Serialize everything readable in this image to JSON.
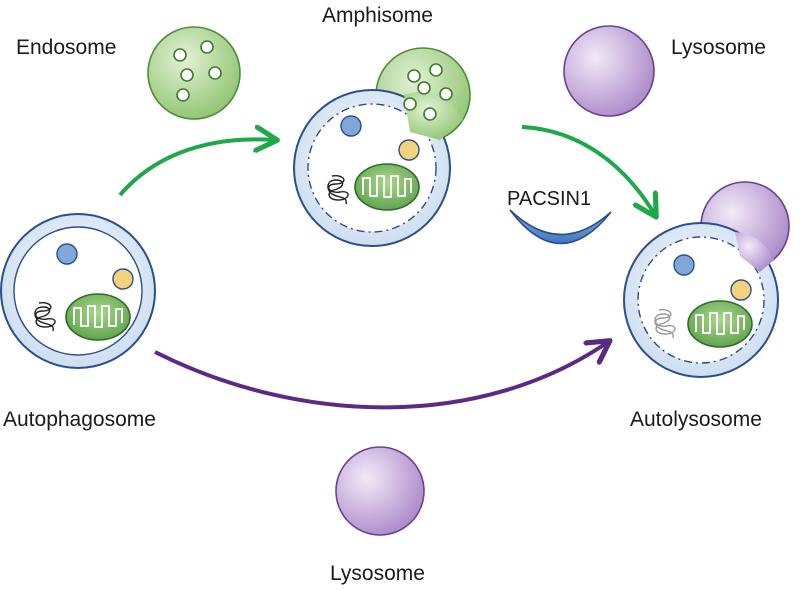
{
  "labels": {
    "endosome": "Endosome",
    "amphisome": "Amphisome",
    "lysosome_top": "Lysosome",
    "pacsin1": "PACSIN1",
    "autophagosome": "Autophagosome",
    "autolysosome": "Autolysosome",
    "lysosome_bottom": "Lysosome"
  },
  "colors": {
    "membrane_blue": "#2b4f8a",
    "lumen_blue": "#dbe7f5",
    "endosome_green": "#a9d18e",
    "mitochondria_green": "#5aa04a",
    "lysosome_purple": "#b89ad0",
    "arrow_green": "#1fa84a",
    "arrow_purple": "#5b2a86",
    "small_blue_vesicle": "#7fa8d8",
    "small_yellow_vesicle": "#f2d27a",
    "pacsin_blue": "#5b8fd0"
  }
}
